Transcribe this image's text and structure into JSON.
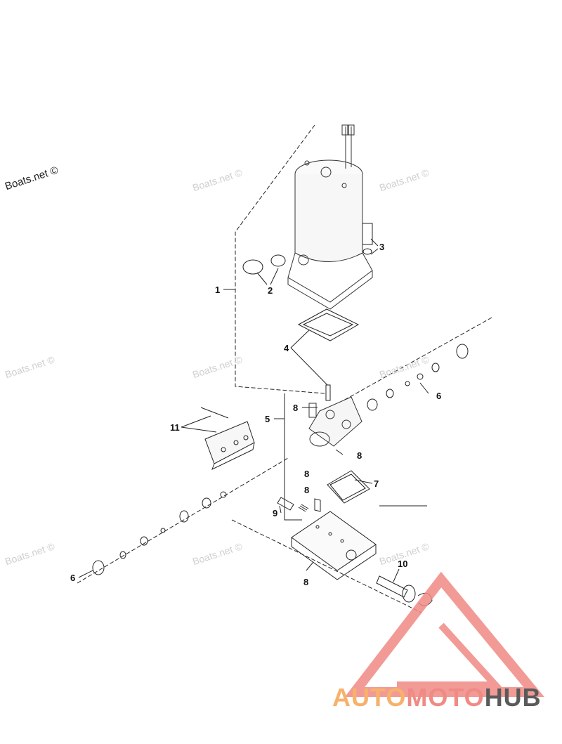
{
  "watermarks": {
    "top_left": "Boats.net ©",
    "repeat": "Boats.net ©"
  },
  "callouts": [
    "1",
    "2",
    "3",
    "4",
    "5",
    "6",
    "6",
    "7",
    "8",
    "8",
    "8",
    "8",
    "8",
    "9",
    "10",
    "11"
  ],
  "brand": {
    "part1": "AUTO",
    "part2": "MOTO",
    "part3": "HUB",
    "colors": {
      "auto": "#f6b26b",
      "moto": "#f08a84",
      "hub": "#5a5a5a",
      "logo": "#f08a84"
    }
  }
}
